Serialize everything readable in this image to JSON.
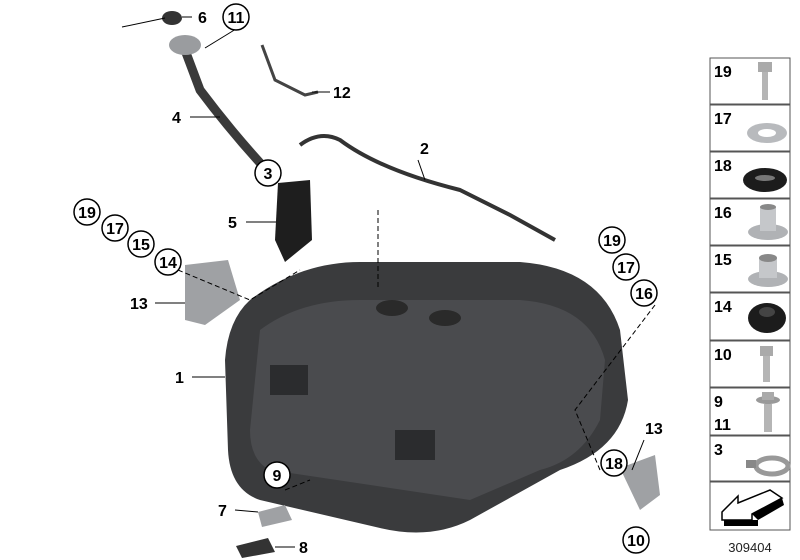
{
  "callouts": {
    "c6": "6",
    "c11": "11",
    "c12": "12",
    "c4": "4",
    "c2": "2",
    "c3": "3",
    "c5": "5",
    "l19": "19",
    "l17": "17",
    "l15": "15",
    "l14": "14",
    "l13": "13",
    "c1": "1",
    "r19": "19",
    "r17": "17",
    "r16": "16",
    "r13": "13",
    "r18": "18",
    "r10": "10",
    "c9": "9",
    "c7": "7",
    "c8": "8"
  },
  "legend": [
    {
      "label": "19",
      "icon": "bolt-icon"
    },
    {
      "label": "17",
      "icon": "washer-icon"
    },
    {
      "label": "18",
      "icon": "oval-grommet-icon"
    },
    {
      "label": "16",
      "icon": "flanged-bushing-icon"
    },
    {
      "label": "15",
      "icon": "flanged-bushing-icon"
    },
    {
      "label": "14",
      "icon": "rubber-grommet-icon"
    },
    {
      "label": "10",
      "icon": "bolt-icon"
    },
    {
      "label": "9",
      "label2": "11",
      "icon": "collar-bolt-icon"
    },
    {
      "label": "3",
      "icon": "hose-clamp-icon"
    },
    {
      "label": "",
      "icon": "direction-arrow-icon"
    }
  ],
  "reference_number": "309404",
  "colors": {
    "tank": "#3a3b3d",
    "metal": "#b8babd",
    "rubber": "#1c1c1c"
  }
}
